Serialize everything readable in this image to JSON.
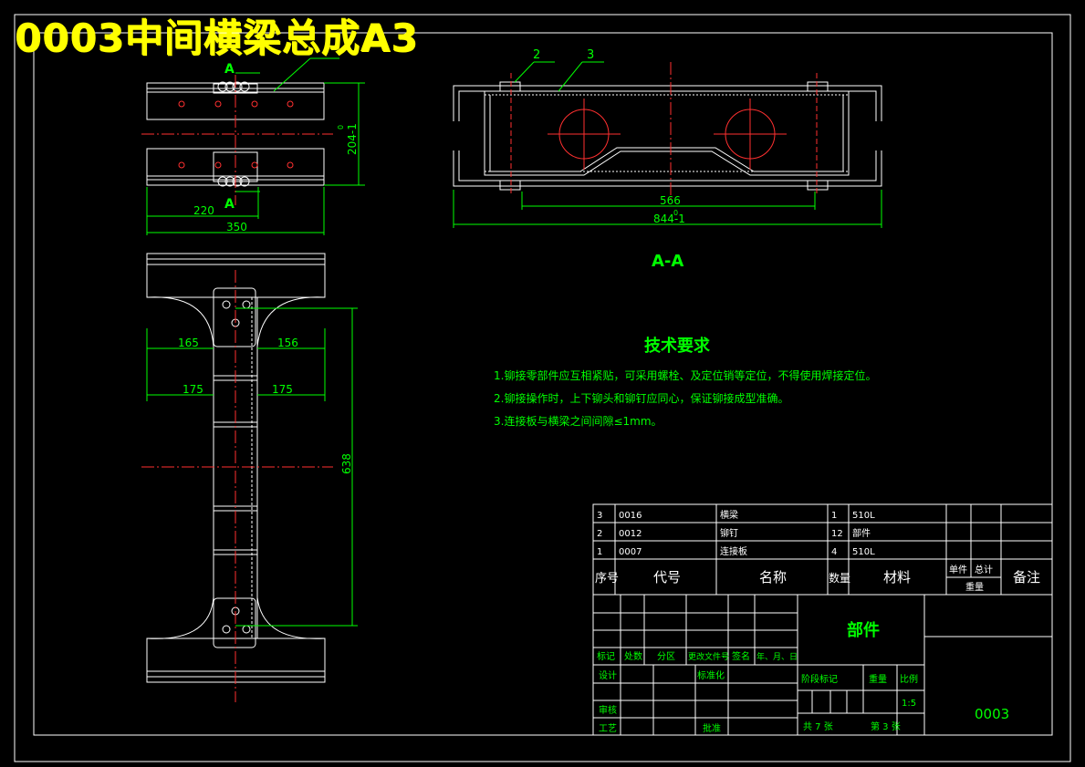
{
  "title": "0003中间横梁总成A3",
  "colors": {
    "background": "#000000",
    "lines": "#ffffff",
    "dimensions": "#00ff00",
    "centerlines": "#ff0000",
    "title": "#ffff00"
  },
  "top_view": {
    "section_marker": "A",
    "dim_height": "204-1",
    "dim_height_tol": "0",
    "dim_220": "220",
    "dim_350": "350"
  },
  "plan_view": {
    "dim_165_left": "165",
    "dim_156_right": "156",
    "dim_175_left": "175",
    "dim_175_right": "175",
    "dim_638": "638"
  },
  "section_view": {
    "label": "A-A",
    "callout_2": "2",
    "callout_3": "3",
    "dim_566": "566",
    "dim_844": "844-1",
    "dim_844_tol": "0"
  },
  "tech_requirements": {
    "heading": "技术要求",
    "items": [
      "1.铆接零部件应互相紧贴，可采用螺栓、及定位销等定位，不得使用焊接定位。",
      "2.铆接操作时，上下铆头和铆钉应同心，保证铆接成型准确。",
      "3.连接板与横梁之间间隙≤1mm。"
    ]
  },
  "bom": {
    "rows": [
      {
        "seq": "3",
        "code": "0016",
        "name": "横梁",
        "qty": "1",
        "material": "510L"
      },
      {
        "seq": "2",
        "code": "0012",
        "name": "铆钉",
        "qty": "12",
        "material": "部件"
      },
      {
        "seq": "1",
        "code": "0007",
        "name": "连接板",
        "qty": "4",
        "material": "510L"
      }
    ],
    "header": {
      "seq": "序号",
      "code": "代号",
      "name": "名称",
      "qty": "数量",
      "material": "材料",
      "single": "单件",
      "total": "总计",
      "weight": "重量",
      "remark": "备注"
    }
  },
  "title_block": {
    "part_type": "部件",
    "drawing_no": "0003",
    "scale": "1:5",
    "mark": "标记",
    "count": "处数",
    "zone": "分区",
    "change_doc": "更改文件号",
    "sign": "签名",
    "date": "年、月、日",
    "design": "设计",
    "standardize": "标准化",
    "stage_mark": "阶段标记",
    "weight": "重量",
    "scale_label": "比例",
    "review": "审核",
    "process": "工艺",
    "approve": "批准",
    "sheets": "共 7 张",
    "sheet_no": "第 3 张"
  }
}
